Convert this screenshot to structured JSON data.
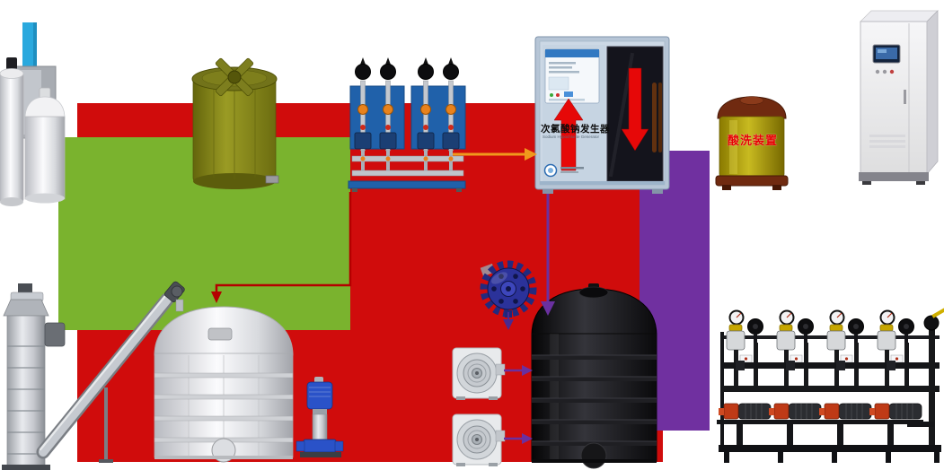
{
  "diagram": {
    "zones": {
      "red": "#d00c0c",
      "green": "#7ab32e",
      "purple": "#7030a0"
    },
    "arrow_colors": {
      "orange": "#f0991c",
      "dark_red": "#b40000",
      "purple": "#6a30a0",
      "navy": "#4a2a90"
    },
    "labels": {
      "generator_title": "次氯酸钠发生器",
      "generator_subtitle": "Sodium Hypochlorite Generator",
      "acid_wash_label": "酸洗装置"
    },
    "equipment": [
      {
        "name": "water-softener-unit"
      },
      {
        "name": "chemical-dosing-tank"
      },
      {
        "name": "dosing-pump-skid"
      },
      {
        "name": "sodium-hypochlorite-generator"
      },
      {
        "name": "acid-wash-tank"
      },
      {
        "name": "electrical-control-cabinet"
      },
      {
        "name": "screw-feeder"
      },
      {
        "name": "stainless-dissolving-tank"
      },
      {
        "name": "vertical-multistage-pump"
      },
      {
        "name": "air-blower-1"
      },
      {
        "name": "air-blower-2"
      },
      {
        "name": "storage-tank-black"
      },
      {
        "name": "flanged-mixer-gear"
      },
      {
        "name": "metering-pump-skid"
      }
    ],
    "connections": [
      {
        "from": "dosing-pump-skid",
        "to": "sodium-hypochlorite-generator",
        "color_key": "orange"
      },
      {
        "from": "dosing-pump-skid",
        "to": "stainless-dissolving-tank",
        "color_key": "dark_red"
      },
      {
        "from": "sodium-hypochlorite-generator",
        "to": "storage-tank-black",
        "color_key": "purple"
      },
      {
        "from": "air-blower-1",
        "to": "storage-tank-black",
        "color_key": "purple"
      },
      {
        "from": "air-blower-2",
        "to": "storage-tank-black",
        "color_key": "purple"
      },
      {
        "from": "flanged-mixer-gear",
        "to": "storage-tank-black",
        "color_key": "navy"
      }
    ]
  }
}
